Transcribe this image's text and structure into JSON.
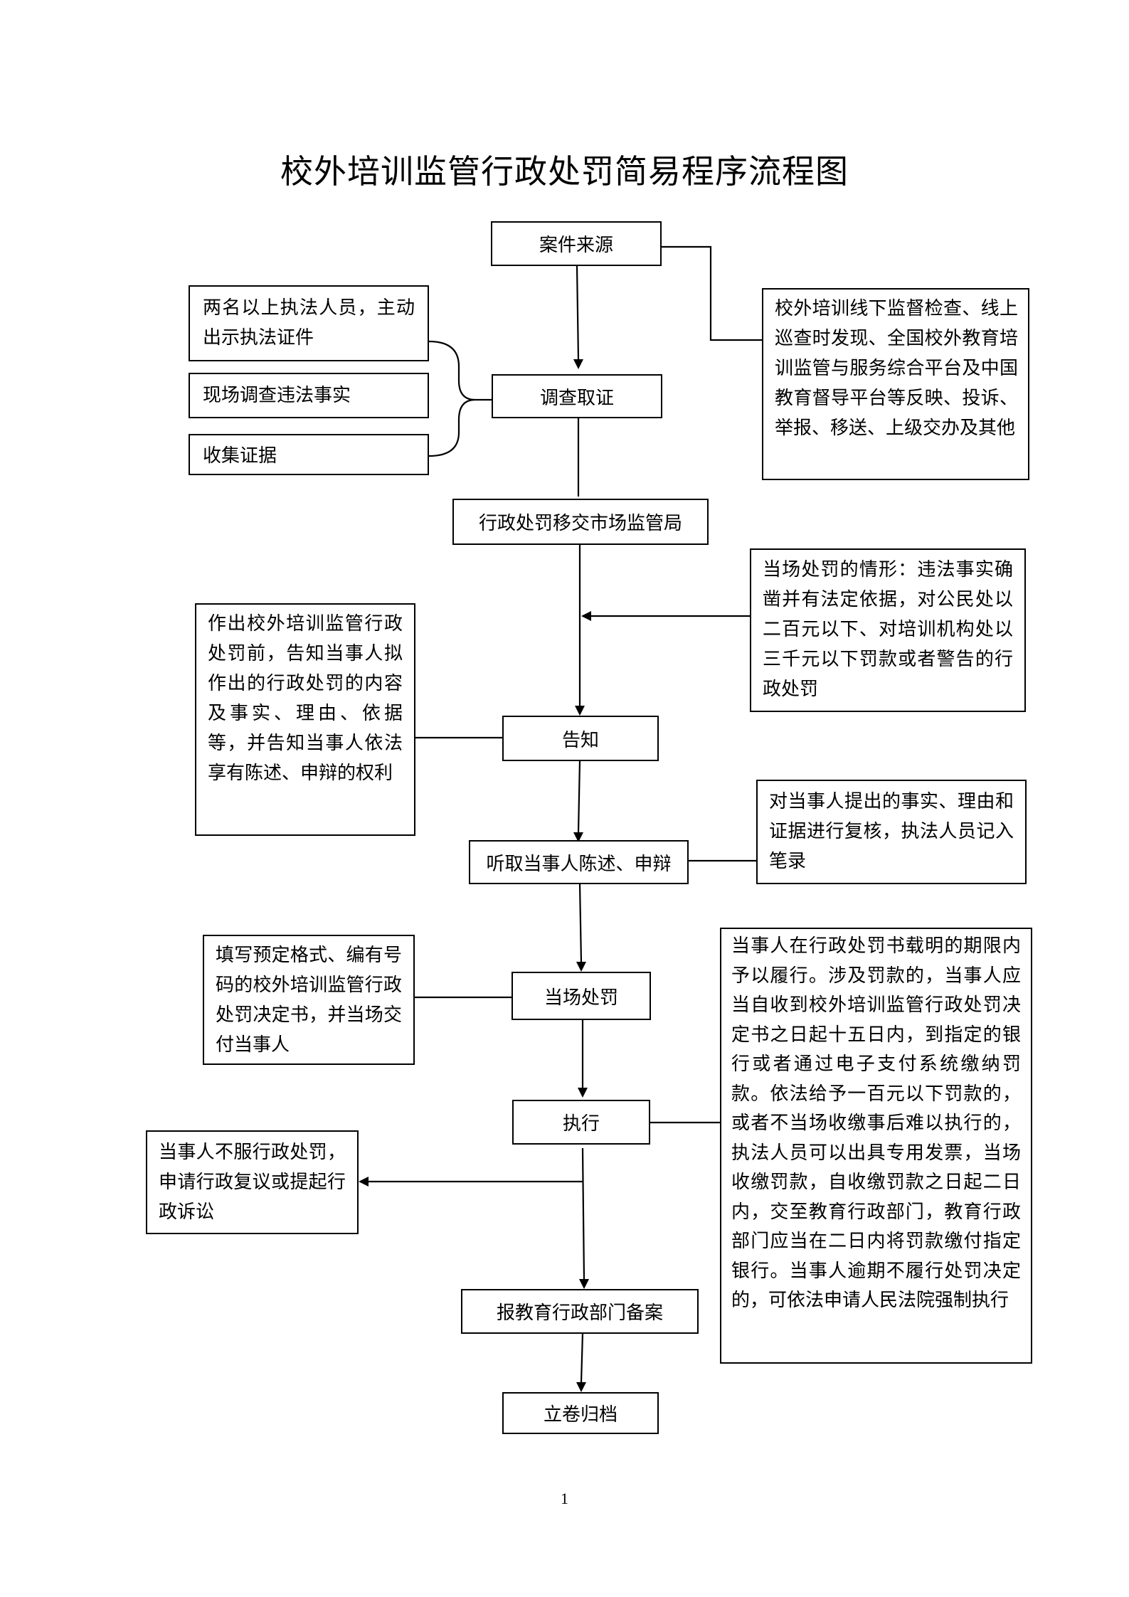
{
  "title": "校外培训监管行政处罚简易程序流程图",
  "page_number": "1",
  "steps": {
    "case_source": "案件来源",
    "investigate": "调查取证",
    "transfer": "行政处罚移交市场监管局",
    "notify": "告知",
    "hearing": "听取当事人陈述、申辩",
    "on_site_penalty": "当场处罚",
    "execute": "执行",
    "report": "报教育行政部门备案",
    "archive": "立卷归档"
  },
  "notes": {
    "sources": "校外培训线下监督检查、线上巡查时发现、全国校外教育培训监管与服务综合平台及中国教育督导平台等反映、投诉、举报、移送、上级交办及其他",
    "officers": "两名以上执法人员，主动出示执法证件",
    "site_inspection": "现场调查违法事实",
    "collect_evidence": "收集证据",
    "on_site_conditions": "当场处罚的情形：违法事实确凿并有法定依据，对公民处以二百元以下、对培训机构处以三千元以下罚款或者警告的行政处罚",
    "notify_content": "作出校外培训监管行政处罚前，告知当事人拟作出的行政处罚的内容及事实、理由、依据等，并告知当事人依法享有陈述、申辩的权利",
    "review": "对当事人提出的事实、理由和证据进行复核，执法人员记入笔录",
    "decision_form": "填写预定格式、编有号码的校外培训监管行政处罚决定书，并当场交付当事人",
    "appeal": "当事人不服行政处罚，申请行政复议或提起行政诉讼",
    "performance": "当事人在行政处罚书载明的期限内予以履行。涉及罚款的，当事人应当自收到校外培训监管行政处罚决定书之日起十五日内，到指定的银行或者通过电子支付系统缴纳罚款。依法给予一百元以下罚款的，或者不当场收缴事后难以执行的，执法人员可以出具专用发票，当场收缴罚款，自收缴罚款之日起二日内，交至教育行政部门，教育行政部门应当在二日内将罚款缴付指定银行。当事人逾期不履行处罚决定的，可依法申请人民法院强制执行"
  }
}
